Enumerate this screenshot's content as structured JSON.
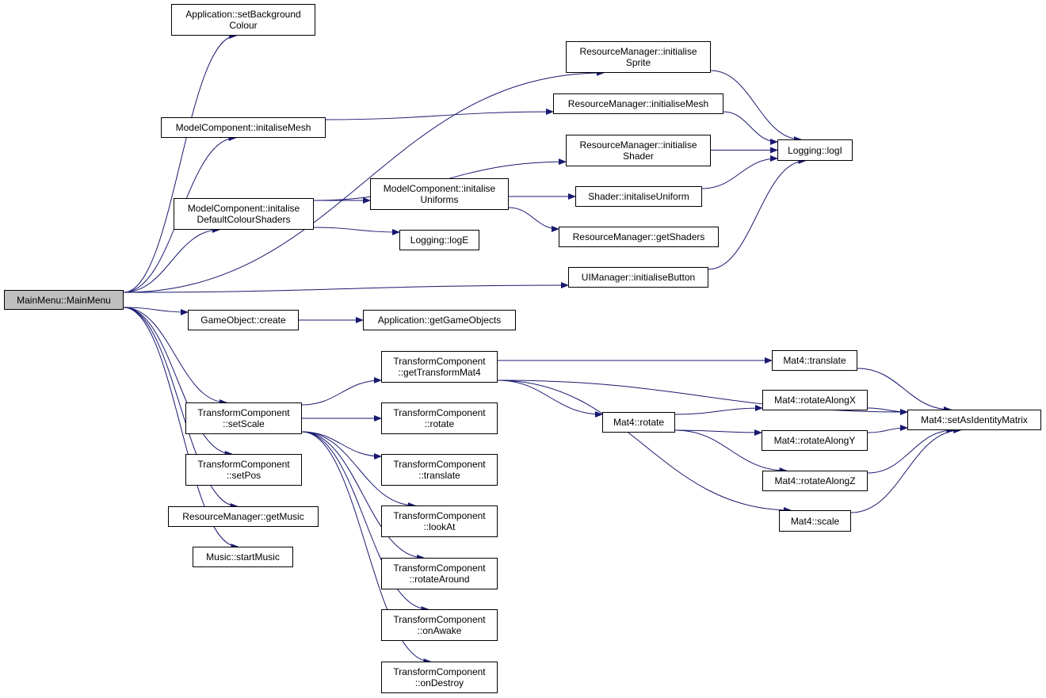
{
  "diagram": {
    "edge_color": "#191970",
    "root_fill": "#bfbfbf",
    "nodes": {
      "main_menu": "MainMenu::MainMenu",
      "app_set_background": "Application::setBackground\nColour",
      "rm_init_sprite": "ResourceManager::initialise\nSprite",
      "mc_init_mesh": "ModelComponent::initaliseMesh",
      "rm_init_mesh": "ResourceManager::initialiseMesh",
      "rm_init_shader": "ResourceManager::initialise\nShader",
      "logging_logi": "Logging::logI",
      "mc_init_default_shaders": "ModelComponent::initalise\nDefaultColourShaders",
      "mc_init_uniforms": "ModelComponent::initalise\nUniforms",
      "shader_init_uniform": "Shader::initaliseUniform",
      "logging_loge": "Logging::logE",
      "rm_get_shaders": "ResourceManager::getShaders",
      "ui_init_button": "UIManager::initialiseButton",
      "go_create": "GameObject::create",
      "app_get_game_objects": "Application::getGameObjects",
      "tc_get_transform": "TransformComponent\n::getTransformMat4",
      "mat4_translate": "Mat4::translate",
      "mat4_set_identity": "Mat4::setAsIdentityMatrix",
      "tc_set_scale": "TransformComponent\n::setScale",
      "tc_rotate": "TransformComponent\n::rotate",
      "mat4_rotate": "Mat4::rotate",
      "mat4_rotate_x": "Mat4::rotateAlongX",
      "mat4_rotate_y": "Mat4::rotateAlongY",
      "mat4_rotate_z": "Mat4::rotateAlongZ",
      "tc_set_pos": "TransformComponent\n::setPos",
      "tc_translate": "TransformComponent\n::translate",
      "rm_get_music": "ResourceManager::getMusic",
      "tc_look_at": "TransformComponent\n::lookAt",
      "mat4_scale": "Mat4::scale",
      "music_start": "Music::startMusic",
      "tc_rotate_around": "TransformComponent\n::rotateAround",
      "tc_on_awake": "TransformComponent\n::onAwake",
      "tc_on_destroy": "TransformComponent\n::onDestroy"
    },
    "edges": [
      [
        "main_menu",
        "app_set_background"
      ],
      [
        "main_menu",
        "rm_init_sprite"
      ],
      [
        "main_menu",
        "mc_init_mesh"
      ],
      [
        "main_menu",
        "mc_init_default_shaders"
      ],
      [
        "main_menu",
        "ui_init_button"
      ],
      [
        "main_menu",
        "go_create"
      ],
      [
        "main_menu",
        "tc_set_scale"
      ],
      [
        "main_menu",
        "tc_set_pos"
      ],
      [
        "main_menu",
        "rm_get_music"
      ],
      [
        "main_menu",
        "music_start"
      ],
      [
        "rm_init_sprite",
        "logging_logi"
      ],
      [
        "mc_init_mesh",
        "rm_init_mesh"
      ],
      [
        "rm_init_mesh",
        "logging_logi"
      ],
      [
        "rm_init_shader",
        "logging_logi"
      ],
      [
        "mc_init_default_shaders",
        "rm_init_shader"
      ],
      [
        "mc_init_default_shaders",
        "mc_init_uniforms"
      ],
      [
        "mc_init_default_shaders",
        "logging_loge"
      ],
      [
        "mc_init_uniforms",
        "shader_init_uniform"
      ],
      [
        "mc_init_uniforms",
        "rm_get_shaders"
      ],
      [
        "shader_init_uniform",
        "logging_logi"
      ],
      [
        "ui_init_button",
        "logging_logi"
      ],
      [
        "go_create",
        "app_get_game_objects"
      ],
      [
        "tc_set_scale",
        "tc_get_transform"
      ],
      [
        "tc_set_scale",
        "tc_rotate"
      ],
      [
        "tc_set_scale",
        "tc_translate"
      ],
      [
        "tc_set_scale",
        "tc_look_at"
      ],
      [
        "tc_set_scale",
        "tc_rotate_around"
      ],
      [
        "tc_set_scale",
        "tc_on_awake"
      ],
      [
        "tc_set_scale",
        "tc_on_destroy"
      ],
      [
        "tc_get_transform",
        "mat4_translate"
      ],
      [
        "tc_get_transform",
        "mat4_set_identity"
      ],
      [
        "tc_get_transform",
        "mat4_rotate"
      ],
      [
        "tc_get_transform",
        "mat4_scale"
      ],
      [
        "mat4_translate",
        "mat4_set_identity"
      ],
      [
        "mat4_rotate",
        "mat4_rotate_x"
      ],
      [
        "mat4_rotate",
        "mat4_rotate_y"
      ],
      [
        "mat4_rotate",
        "mat4_rotate_z"
      ],
      [
        "mat4_rotate_x",
        "mat4_set_identity"
      ],
      [
        "mat4_rotate_y",
        "mat4_set_identity"
      ],
      [
        "mat4_rotate_z",
        "mat4_set_identity"
      ],
      [
        "mat4_scale",
        "mat4_set_identity"
      ]
    ]
  }
}
